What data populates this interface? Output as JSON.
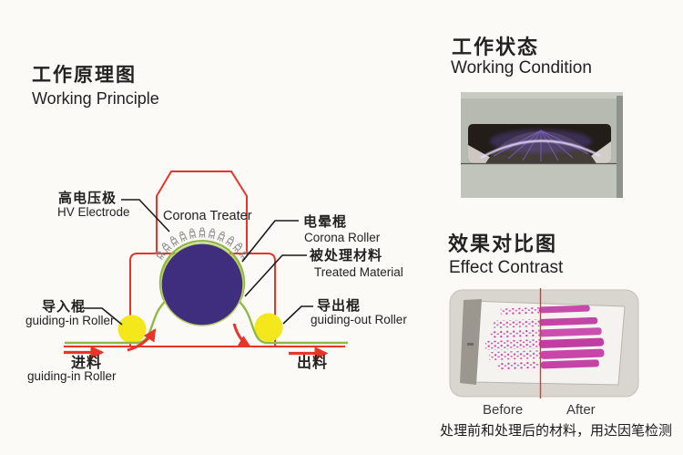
{
  "colors": {
    "accent_red": "#e8342b",
    "roller_purple": "#3f2e7d",
    "guide_yellow": "#f4e71c",
    "web_green": "#8fb944",
    "test_magenta": "#c343a6",
    "glow_violet": "#8f75e0",
    "machine_gray": "#b6bab1"
  },
  "working_principle": {
    "title_zh": "工作原理图",
    "title_en": "Working Principle",
    "treater_label": "Corona Treater",
    "hv_electrode_zh": "高电压极",
    "hv_electrode_en": "HV Electrode",
    "corona_roller_zh": "电晕棍",
    "corona_roller_en": "Corona Roller",
    "treated_material_zh": "被处理材料",
    "treated_material_en": "Treated Material",
    "guiding_in_roller_zh": "导入棍",
    "guiding_in_roller_en": "guiding-in Roller",
    "guiding_out_roller_zh": "导出棍",
    "guiding_out_roller_en": "guiding-out Roller",
    "feed_in_zh": "进料",
    "feed_in_en": "guiding-in Roller",
    "feed_out_zh": "出料"
  },
  "working_condition": {
    "title_zh": "工作状态",
    "title_en": "Working Condition"
  },
  "effect_contrast": {
    "title_zh": "效果对比图",
    "title_en": "Effect Contrast",
    "before_label": "Before",
    "after_label": "After",
    "caption": "处理前和处理后的材料，用达因笔检测"
  }
}
